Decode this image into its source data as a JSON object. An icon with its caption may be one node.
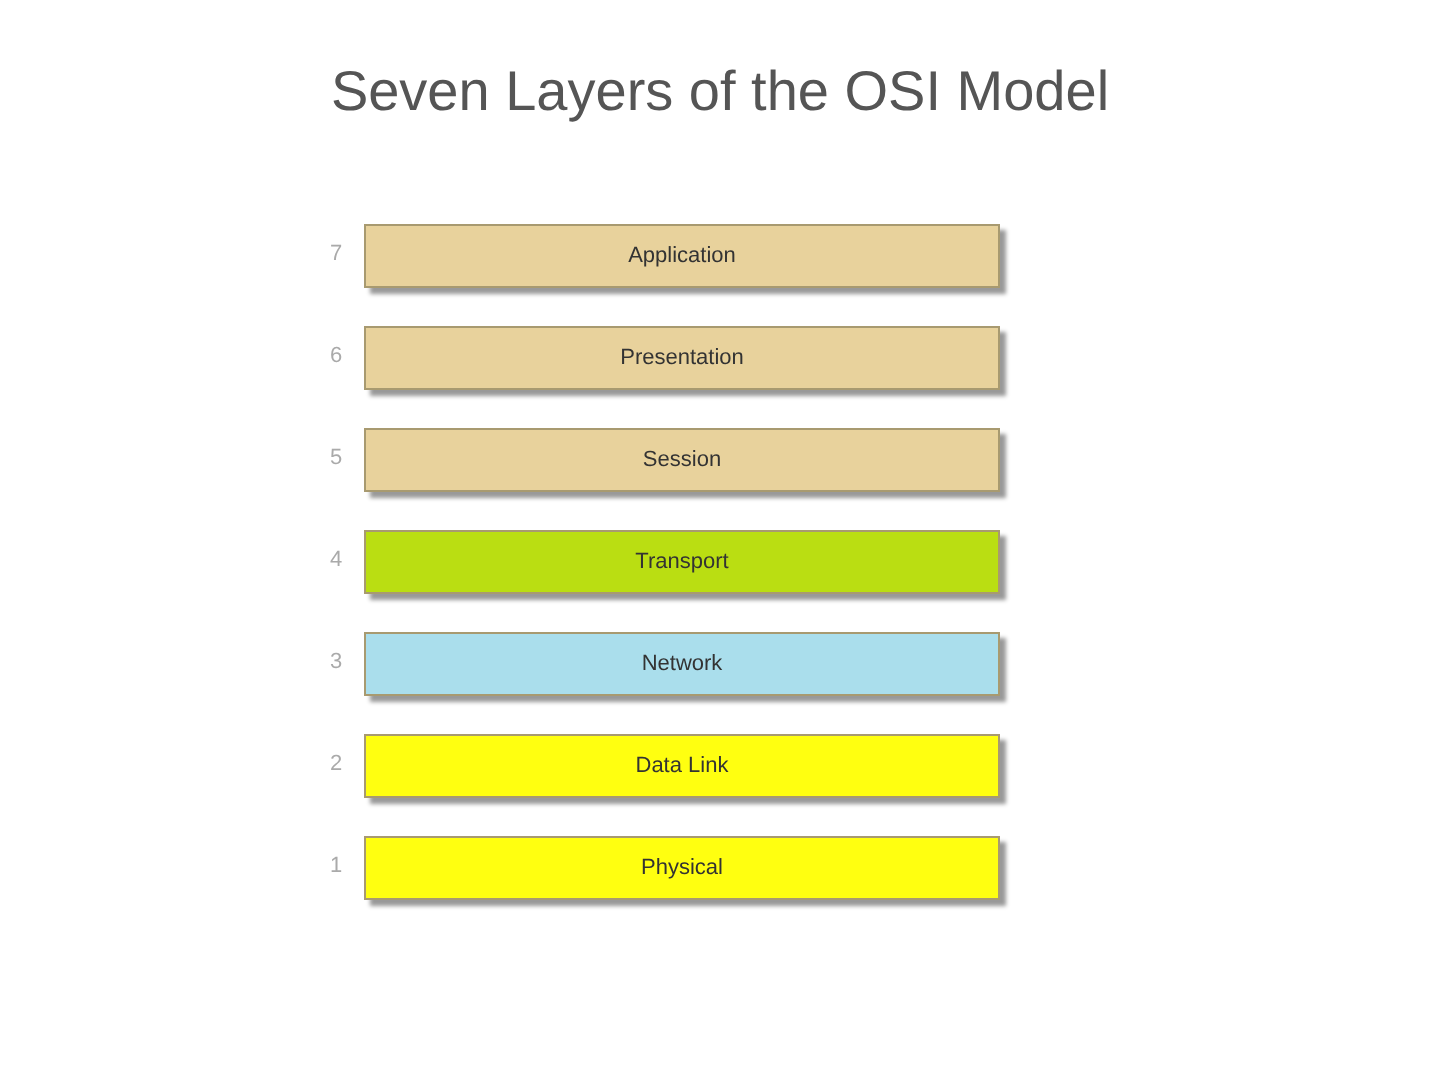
{
  "diagram": {
    "title": "Seven Layers of the OSI Model",
    "nodes": [
      {
        "text": [
          "Application"
        ],
        "beside": [
          "7"
        ]
      },
      {
        "text": [
          "Presentation"
        ],
        "beside": [
          "6"
        ]
      },
      {
        "text": [
          "Session"
        ],
        "beside": [
          "5"
        ]
      },
      {
        "text": [
          "Transport"
        ],
        "beside": [
          "4"
        ]
      },
      {
        "text": [
          "Network"
        ],
        "beside": [
          "3"
        ]
      },
      {
        "text": [
          "Data Link"
        ],
        "beside": [
          "2"
        ]
      },
      {
        "text": [
          "Physical"
        ],
        "beside": [
          "1"
        ]
      }
    ]
  }
}
